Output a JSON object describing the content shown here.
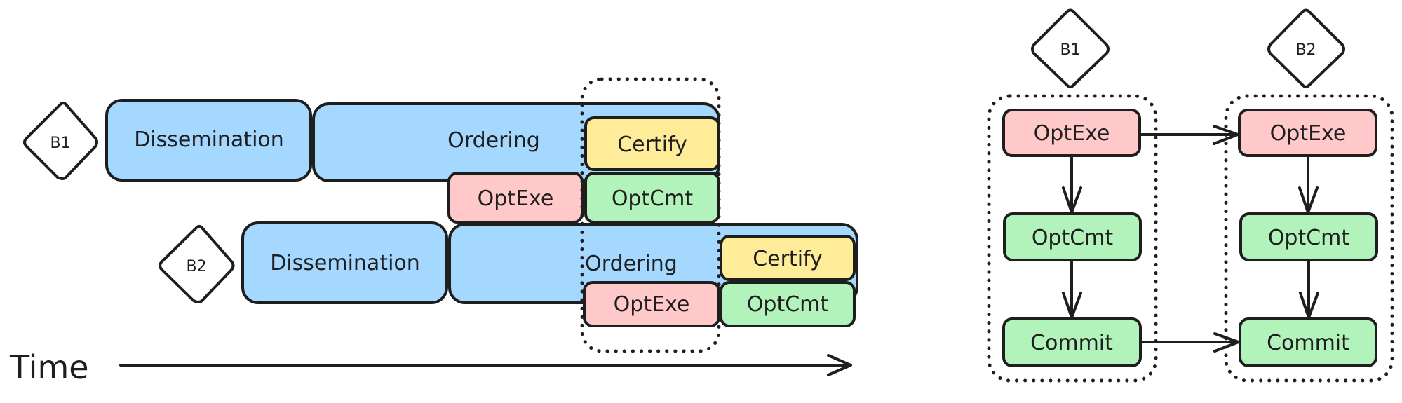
{
  "colors": {
    "stroke": "#1e1e1e",
    "dissemination": "#a5d8ff",
    "ordering": "#a5d8ff",
    "certify": "#ffec99",
    "optexe": "#ffc9c9",
    "optcmt": "#b2f2bb",
    "commit": "#b2f2bb",
    "diamond": "#ffffff"
  },
  "timeline": {
    "axis_label": "Time",
    "rows": [
      {
        "block": "B1",
        "stages": {
          "dissemination": "Dissemination",
          "ordering": "Ordering",
          "certify": "Certify",
          "optexe": "OptExe",
          "optcmt": "OptCmt"
        }
      },
      {
        "block": "B2",
        "stages": {
          "dissemination": "Dissemination",
          "ordering": "Ordering",
          "certify": "Certify",
          "optexe": "OptExe",
          "optcmt": "OptCmt"
        }
      }
    ]
  },
  "dependency": {
    "columns": [
      {
        "block": "B1",
        "nodes": [
          "OptExe",
          "OptCmt",
          "Commit"
        ]
      },
      {
        "block": "B2",
        "nodes": [
          "OptExe",
          "OptCmt",
          "Commit"
        ]
      }
    ],
    "edges": [
      {
        "from": "B1.OptExe",
        "to": "B2.OptExe"
      },
      {
        "from": "B1.Commit",
        "to": "B2.Commit"
      },
      {
        "from": "B1.OptExe",
        "to": "B1.OptCmt"
      },
      {
        "from": "B1.OptCmt",
        "to": "B1.Commit"
      },
      {
        "from": "B2.OptExe",
        "to": "B2.OptCmt"
      },
      {
        "from": "B2.OptCmt",
        "to": "B2.Commit"
      }
    ]
  }
}
